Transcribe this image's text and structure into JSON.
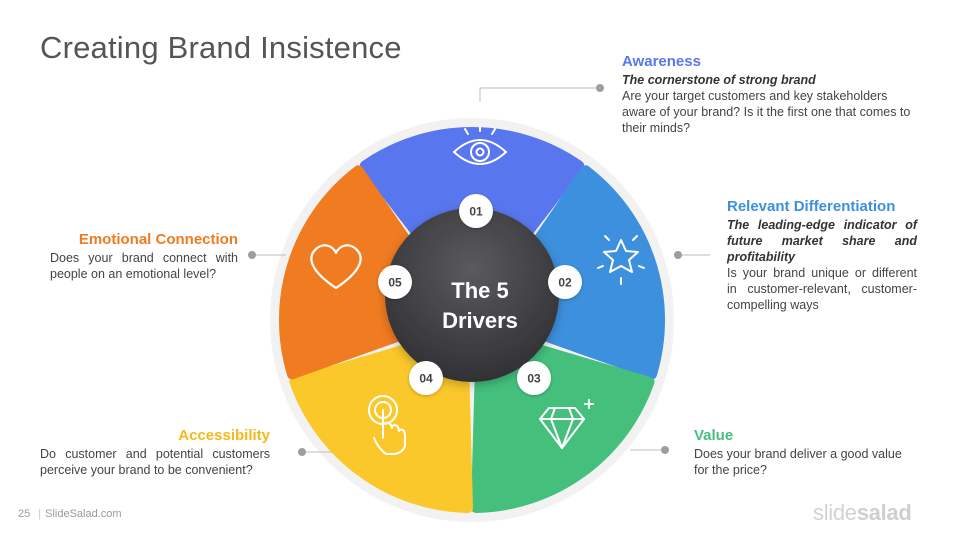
{
  "slide": {
    "title": "Creating Brand Insistence",
    "page_number": "25",
    "source": "SlideSalad.com",
    "logo": {
      "part1": "slide",
      "part2": "salad"
    }
  },
  "center": {
    "line1": "The 5",
    "line2": "Drivers"
  },
  "colors": {
    "awareness": "#5877EE",
    "differentiation": "#3D90DD",
    "value": "#44C07C",
    "accessibility": "#FBC82B",
    "emotional": "#F07B21",
    "center": "#3a3a3e"
  },
  "drivers": [
    {
      "number": "01",
      "icon": "eye-icon",
      "heading": "Awareness",
      "subheading": "The cornerstone of strong brand",
      "description": "Are your target customers and key stakeholders aware of your brand? Is it the first one that comes to their minds?"
    },
    {
      "number": "02",
      "icon": "star-icon",
      "heading": "Relevant Differentiation",
      "subheading": "The leading-edge indicator of future market share and profitability",
      "description": "Is your brand unique or different in customer-relevant, customer-compelling ways"
    },
    {
      "number": "03",
      "icon": "diamond-icon",
      "heading": "Value",
      "subheading": "",
      "description": "Does your brand deliver a good value for the price?"
    },
    {
      "number": "04",
      "icon": "touch-icon",
      "heading": "Accessibility",
      "subheading": "",
      "description": "Do customer and potential customers perceive your brand to be convenient?"
    },
    {
      "number": "05",
      "icon": "heart-icon",
      "heading": "Emotional Connection",
      "subheading": "",
      "description": "Does your brand connect with people on an emotional level?"
    }
  ]
}
